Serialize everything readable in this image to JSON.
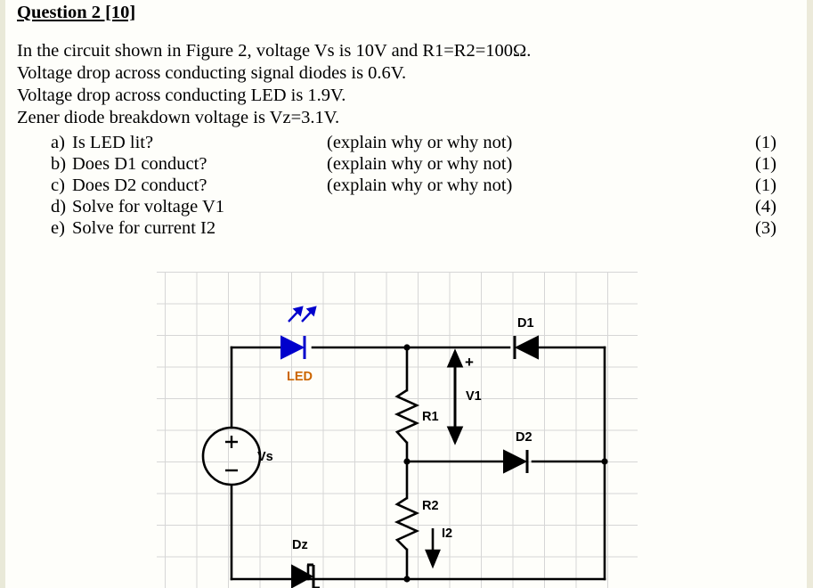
{
  "question": {
    "title": "Question 2 [10]",
    "lines": [
      "In the circuit shown in Figure 2, voltage Vs is 10V and R1=R2=100Ω.",
      "Voltage drop across conducting signal diodes is 0.6V.",
      "Voltage drop across conducting LED is 1.9V.",
      "Zener diode breakdown voltage is Vz=3.1V."
    ],
    "items": [
      {
        "label": "a)",
        "text": "Is LED lit?",
        "note": "(explain why or why not)",
        "marks": "(1)"
      },
      {
        "label": "b)",
        "text": "Does D1 conduct?",
        "note": "(explain why or why not)",
        "marks": "(1)"
      },
      {
        "label": "c)",
        "text": "Does D2 conduct?",
        "note": "(explain why or why not)",
        "marks": "(1)"
      },
      {
        "label": "d)",
        "text": "Solve for voltage V1",
        "note": "",
        "marks": "(4)"
      },
      {
        "label": "e)",
        "text": "Solve for current I2",
        "note": "",
        "marks": "(3)"
      }
    ]
  },
  "figure": {
    "labels": {
      "led": "LED",
      "vs": "Vs",
      "dz": "Dz",
      "r1": "R1",
      "r2": "R2",
      "v1": "V1",
      "v1_plus": "+",
      "i2": "I2",
      "d1": "D1",
      "d2": "D2"
    },
    "colors": {
      "wire": "#000000",
      "grid": "#d6d6d6",
      "led_label": "#cc6600",
      "page_bg": "#fefefa"
    }
  }
}
